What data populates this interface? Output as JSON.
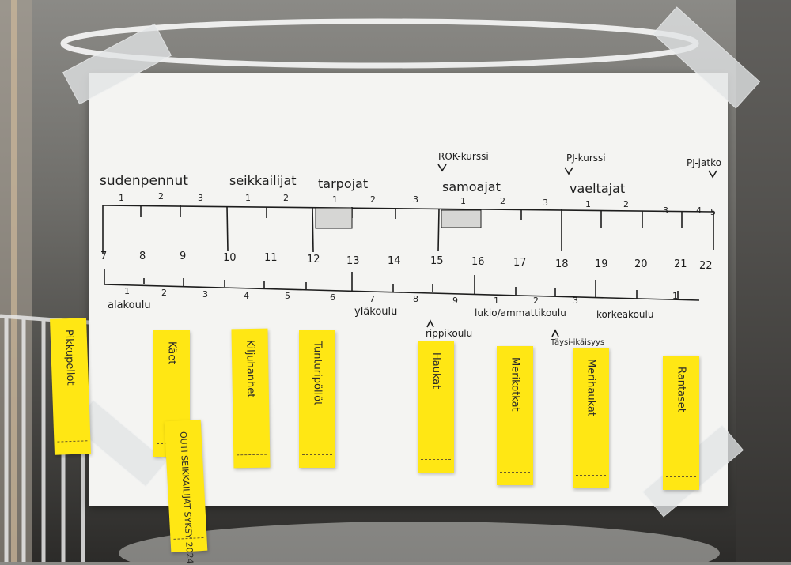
{
  "stages": [
    "sudenpennut",
    "seikkailijat",
    "tarpojat",
    "samoajat",
    "vaeltajat"
  ],
  "courses": [
    "ROK-kurssi",
    "PJ-kurssi",
    "PJ-jatko"
  ],
  "top_ticks": [
    {
      "label": "1"
    },
    {
      "label": "2"
    },
    {
      "label": "3"
    },
    {
      "label": "1"
    },
    {
      "label": "2"
    },
    {
      "label": "1"
    },
    {
      "label": "2"
    },
    {
      "label": "3"
    },
    {
      "label": "1"
    },
    {
      "label": "2"
    },
    {
      "label": "3"
    },
    {
      "label": "1"
    },
    {
      "label": "2"
    },
    {
      "label": "3"
    },
    {
      "label": "4"
    },
    {
      "label": "5"
    }
  ],
  "ages": [
    "7",
    "8",
    "9",
    "10",
    "11",
    "12",
    "13",
    "14",
    "15",
    "16",
    "17",
    "18",
    "19",
    "20",
    "21",
    "22"
  ],
  "school_ticks": [
    "1",
    "2",
    "3",
    "4",
    "5",
    "6",
    "7",
    "8",
    "9",
    "1",
    "2",
    "3",
    "1"
  ],
  "schools": {
    "alakoulu": "alakoulu",
    "ylakoulu": "yläkoulu",
    "lukio": "lukio/ammattikoulu",
    "korkeakoulu": "korkeakoulu"
  },
  "events": {
    "rippikoulu": "rippikoulu",
    "taysi": "Täysi-ikäisyys"
  },
  "notes": [
    {
      "label": "Pikkupellot"
    },
    {
      "label": "Käet"
    },
    {
      "label": "OUTI SEIKKAILIJAT SYKSY 2024"
    },
    {
      "label": "Kiljuhanhet"
    },
    {
      "label": "Tunturipöllöt"
    },
    {
      "label": "Haukat"
    },
    {
      "label": "Merikotkat"
    },
    {
      "label": "Merihaukat"
    },
    {
      "label": "Rantaset"
    }
  ]
}
